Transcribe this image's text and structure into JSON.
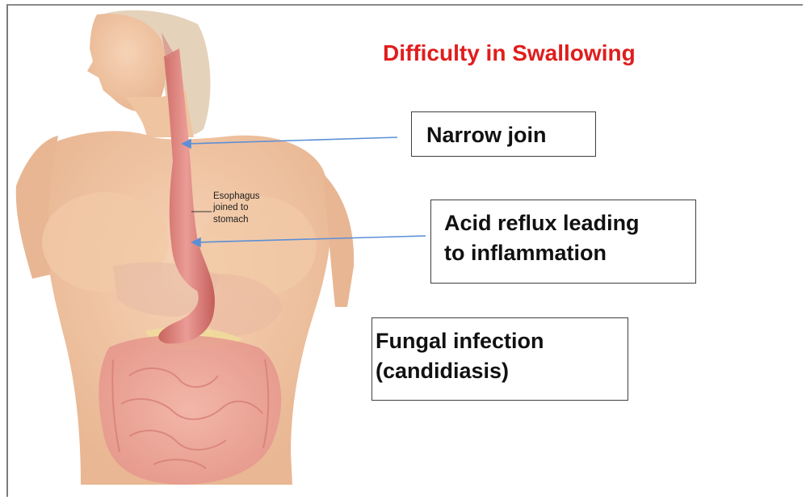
{
  "title": "Difficulty in Swallowing",
  "anatomy_label": [
    "Esophagus",
    "joined to",
    "stomach"
  ],
  "callouts": [
    {
      "lines": [
        "Narrow join"
      ]
    },
    {
      "lines": [
        "Acid reflux leading",
        "to inflammation"
      ]
    },
    {
      "lines": [
        "Fungal infection",
        "(candidiasis)"
      ]
    }
  ],
  "colors": {
    "title": "#e01d1d",
    "arrow": "#5b8fd6",
    "skin": "#f2c7a4",
    "esophagus": "#d9787a"
  }
}
